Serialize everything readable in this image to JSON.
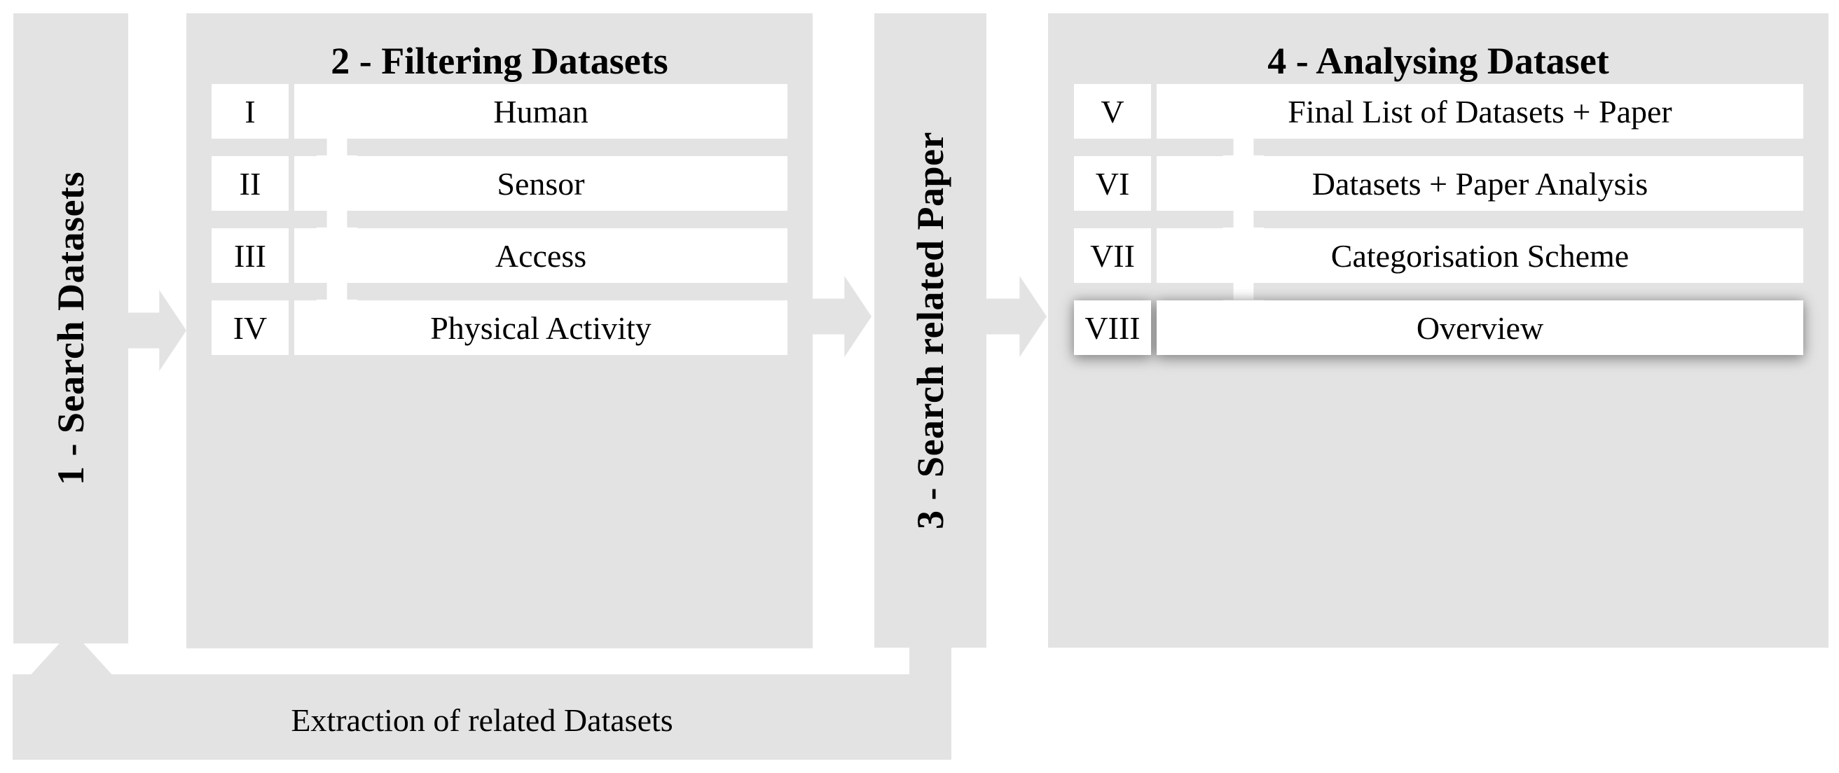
{
  "colors": {
    "panel_grey": "#e3e3e3",
    "box_white": "#ffffff",
    "text_black": "#000000",
    "page_background": "#ffffff"
  },
  "stages": {
    "stage1": {
      "title": "1 - Search Datasets",
      "orientation": "vertical"
    },
    "stage2": {
      "title": "2 - Filtering Datasets",
      "orientation": "horizontal",
      "steps": [
        {
          "numeral": "I",
          "label": "Human"
        },
        {
          "numeral": "II",
          "label": "Sensor"
        },
        {
          "numeral": "III",
          "label": "Access"
        },
        {
          "numeral": "IV",
          "label": "Physical Activity"
        }
      ]
    },
    "stage3": {
      "title": "3 - Search related Paper",
      "orientation": "vertical"
    },
    "stage4": {
      "title": "4 - Analysing Dataset",
      "orientation": "horizontal",
      "steps": [
        {
          "numeral": "V",
          "label": "Final List of Datasets + Paper"
        },
        {
          "numeral": "VI",
          "label": "Datasets + Paper Analysis"
        },
        {
          "numeral": "VII",
          "label": "Categorisation Scheme"
        },
        {
          "numeral": "VIII",
          "label": "Overview",
          "highlighted": true
        }
      ]
    }
  },
  "feedback_loop": {
    "label": "Extraction of related Datasets",
    "from_stage": "3 - Search related Paper",
    "to_stage": "1 - Search Datasets"
  },
  "connectors": {
    "stage1_to_stage2": "arrow-right",
    "stage2_to_stage3": "arrow-right",
    "stage3_to_stage4": "arrow-right",
    "within_stage_step": "arrow-down"
  }
}
